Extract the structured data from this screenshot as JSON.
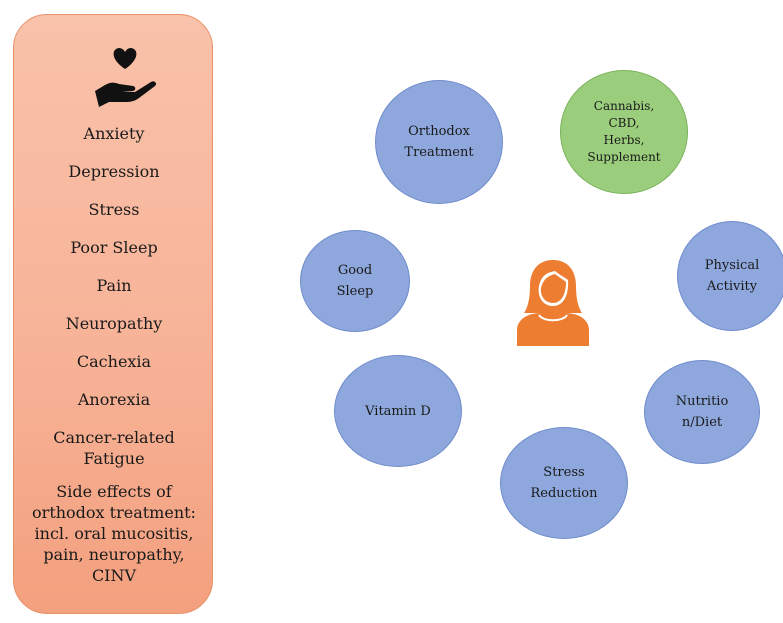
{
  "left_panel": {
    "icon": "hand-holding-heart-icon",
    "items": [
      "Anxiety",
      "Depression",
      "Stress",
      "Poor Sleep",
      "Pain",
      "Neuropathy",
      "Cachexia",
      "Anorexia",
      "Cancer-related\nFatigue",
      "Side effects of\northodox treatment:\nincl. oral mucositis,\npain, neuropathy,\nCINV"
    ]
  },
  "center_icon": "person-icon",
  "nodes": {
    "orthodox": "Orthodox\nTreatment",
    "cannabis": "Cannabis,\nCBD,\nHerbs,\nSupplement",
    "physical": "Physical\nActivity",
    "nutrition": "Nutritio\nn/Diet",
    "stress": "Stress\nReduction",
    "vitamin": "Vitamin D",
    "sleep": "Good\nSleep"
  },
  "colors": {
    "panel": "#f7b398",
    "circle_blue": "#8ea7dc",
    "circle_green": "#9bce7c",
    "person": "#ed7d31"
  }
}
